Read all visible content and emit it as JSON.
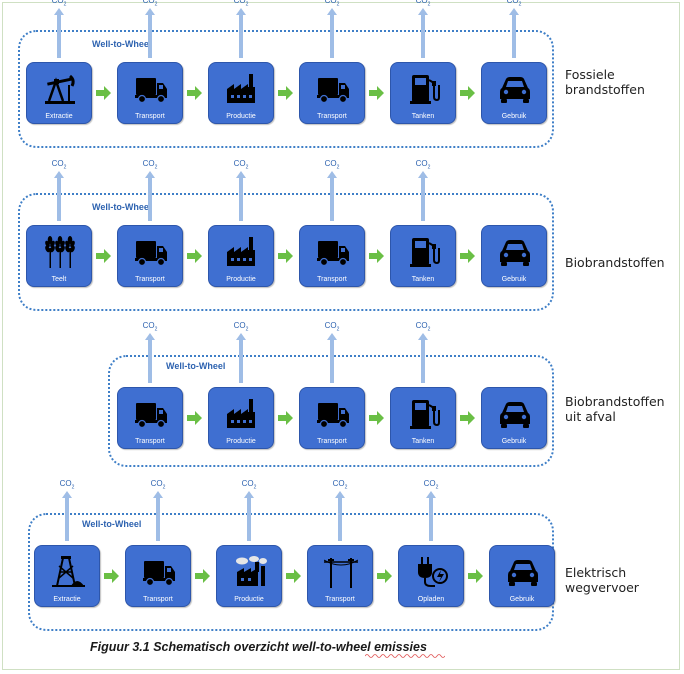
{
  "caption": "Figuur 3.1 Schematisch overzicht well-to-wheel emissies",
  "co2_text": "CO",
  "co2_sub": "2",
  "wtw_label": "Well-to-Wheel",
  "colors": {
    "tile": "#3f6fd1",
    "arrow_green": "#6abf45",
    "arrow_blue": "#9fbde6",
    "box_border": "#3f7fc7"
  },
  "rows": [
    {
      "label_line1": "Fossiele",
      "label_line2": "brandstoffen",
      "steps": [
        {
          "label": "Extractie",
          "icon": "oil-pump-icon"
        },
        {
          "label": "Transport",
          "icon": "truck-icon"
        },
        {
          "label": "Productie",
          "icon": "factory-icon"
        },
        {
          "label": "Transport",
          "icon": "truck-icon"
        },
        {
          "label": "Tanken",
          "icon": "fuel-pump-icon"
        },
        {
          "label": "Gebruik",
          "icon": "car-icon"
        }
      ]
    },
    {
      "label_line1": "Biobrandstoffen",
      "label_line2": "",
      "steps": [
        {
          "label": "Teelt",
          "icon": "wheat-icon"
        },
        {
          "label": "Transport",
          "icon": "truck-icon"
        },
        {
          "label": "Productie",
          "icon": "factory-icon"
        },
        {
          "label": "Transport",
          "icon": "truck-icon"
        },
        {
          "label": "Tanken",
          "icon": "fuel-pump-icon"
        },
        {
          "label": "Gebruik",
          "icon": "car-icon"
        }
      ]
    },
    {
      "label_line1": "Biobrandstoffen",
      "label_line2": "uit afval",
      "steps": [
        {
          "label": "Transport",
          "icon": "truck-icon"
        },
        {
          "label": "Productie",
          "icon": "factory-icon"
        },
        {
          "label": "Transport",
          "icon": "truck-icon"
        },
        {
          "label": "Tanken",
          "icon": "fuel-pump-icon"
        },
        {
          "label": "Gebruik",
          "icon": "car-icon"
        }
      ]
    },
    {
      "label_line1": "Elektrisch",
      "label_line2": "wegvervoer",
      "steps": [
        {
          "label": "Extractie",
          "icon": "mine-icon"
        },
        {
          "label": "Transport",
          "icon": "truck-icon"
        },
        {
          "label": "Productie",
          "icon": "power-plant-icon"
        },
        {
          "label": "Transport",
          "icon": "power-line-icon"
        },
        {
          "label": "Opladen",
          "icon": "charging-plug-icon"
        },
        {
          "label": "Gebruik",
          "icon": "car-icon"
        }
      ]
    }
  ]
}
